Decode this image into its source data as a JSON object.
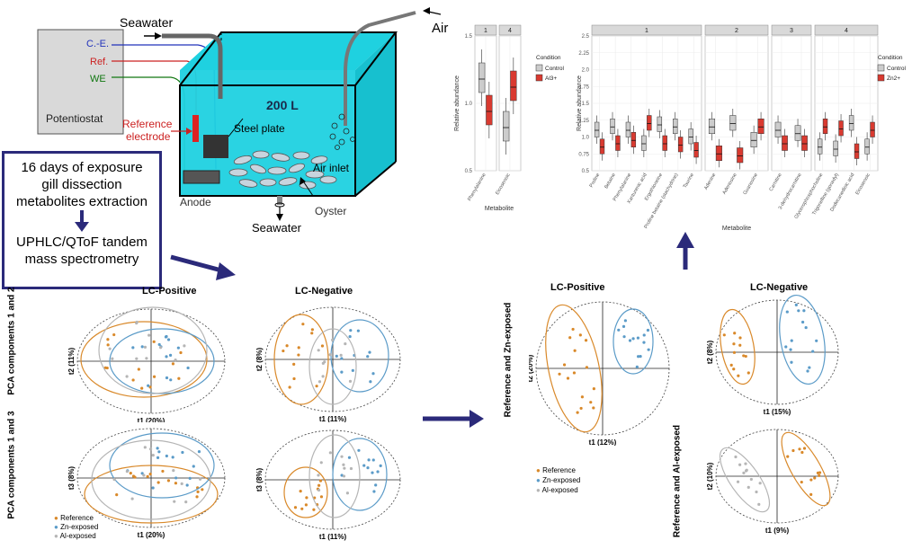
{
  "setup": {
    "potentiostat": "Potentiostat",
    "ce": "C.-E.",
    "ref": "Ref.",
    "we": "WE",
    "seawater_in": "Seawater",
    "seawater_out": "Seawater",
    "air": "Air",
    "volume": "200 L",
    "reference_electrode": [
      "Reference",
      "electrode"
    ],
    "steel_plate": "Steel plate",
    "anode": "Anode",
    "air_inlet": "Air inlet",
    "oyster": "Oyster"
  },
  "workflow": {
    "lines": [
      "16 days of exposure",
      "gill dissection",
      "metabolites extraction",
      "UPHLC/QToF tandem",
      "mass spectrometry"
    ]
  },
  "pca_left": {
    "col_titles": [
      "LC-Positive",
      "LC-Negative"
    ],
    "row_labels": [
      "PCA components 1 and 2",
      "PCA components 1 and 3"
    ],
    "axis_labels": {
      "pos12": {
        "x": "t1 (20%)",
        "y": "t2 (11%)"
      },
      "neg12": {
        "x": "t1 (11%)",
        "y": "t2 (8%)"
      },
      "pos13": {
        "x": "t1 (20%)",
        "y": "t3 (8%)"
      },
      "neg13": {
        "x": "t1 (11%)",
        "y": "t3 (8%)"
      }
    },
    "legend": [
      "Reference",
      "Zn-exposed",
      "Al-exposed"
    ]
  },
  "pca_right": {
    "col_titles": [
      "LC-Positive",
      "LC-Negative"
    ],
    "row_labels": [
      "Reference and Zn-exposed",
      "Reference and Al-exposed"
    ],
    "axis_labels": {
      "posZn": {
        "x": "t1 (12%)",
        "y": "t2 (20%)"
      },
      "negZn": {
        "x": "t1 (15%)",
        "y": "t2 (8%)"
      },
      "negAl": {
        "x": "t1 (9%)",
        "y": "t2 (10%)"
      }
    },
    "legend": [
      "Reference",
      "Zn-exposed",
      "Al-exposed"
    ]
  },
  "colors": {
    "reference": "#d9892a",
    "zn": "#5b9bc8",
    "al": "#b5b5b5",
    "arrow": "#2b2a7a",
    "water": "#1fd1e0",
    "box_red": "#d93a30",
    "box_grey": "#cccccc"
  },
  "chart_data": [
    {
      "type": "box",
      "ylabel": "Relative abundance",
      "xlabel": "Metabolite",
      "legend_title": "Condition",
      "legend": [
        "Control",
        "Al3+"
      ],
      "ylim": [
        0.5,
        1.5
      ],
      "y_ticks": [
        "0.5",
        "1.0",
        "1.5"
      ],
      "facets": [
        {
          "label": "1",
          "categories": [
            "Phenylalanine"
          ]
        },
        {
          "label": "4",
          "categories": [
            "Eicosenoic"
          ]
        }
      ],
      "series": [
        {
          "name": "Control",
          "medians": [
            1.18,
            0.82
          ]
        },
        {
          "name": "Al3+",
          "medians": [
            0.94,
            1.12
          ]
        }
      ]
    },
    {
      "type": "box",
      "ylabel": "Relative abundance",
      "xlabel": "Metabolite",
      "legend_title": "Condition",
      "legend": [
        "Control",
        "Zn2+"
      ],
      "ylim": [
        0.5,
        2.5
      ],
      "y_ticks": [
        "0.5",
        "0.75",
        "1.0",
        "1.25",
        "1.5",
        "1.75",
        "2.0",
        "2.25",
        "2.5"
      ],
      "facets": [
        {
          "label": "1",
          "categories": [
            "Proline",
            "Betaine",
            "Phenylalanine",
            "Xanturenic acid",
            "Ergothioneine",
            "Proline betaine (stachydrine)",
            "Taurine"
          ]
        },
        {
          "label": "2",
          "categories": [
            "Adenine",
            "Adenosine",
            "Guanosine"
          ]
        },
        {
          "label": "3",
          "categories": [
            "Carnitine",
            "3-dehydrocarnitine"
          ]
        },
        {
          "label": "4",
          "categories": [
            "Glycerophosphocholine",
            "Trigonelline (gonadyl)",
            "Dodecanedioic acid",
            "Eicosenoic"
          ]
        }
      ],
      "series": [
        {
          "name": "Control",
          "medians": [
            1.1,
            1.15,
            1.1,
            0.9,
            1.18,
            1.15,
            1.0,
            1.15,
            1.2,
            0.95,
            1.1,
            1.05,
            0.85,
            0.82,
            1.2,
            0.85
          ]
        },
        {
          "name": "Zn2+",
          "medians": [
            0.85,
            0.9,
            0.95,
            1.2,
            0.9,
            0.88,
            0.8,
            0.75,
            0.72,
            1.15,
            0.9,
            0.9,
            1.15,
            1.12,
            0.78,
            1.1
          ]
        }
      ]
    }
  ]
}
